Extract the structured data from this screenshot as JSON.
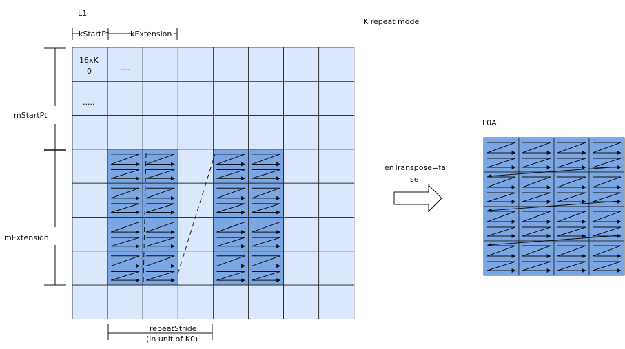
{
  "labels": {
    "l1": "L1",
    "mode": "K repeat mode",
    "k_start": "kStartPt",
    "k_ext": "kExtension",
    "m_start": "mStartPt",
    "m_ext": "mExtension",
    "cell_line1": "16xK",
    "cell_line2": "0",
    "dots": ".....",
    "transpose_line1": "enTranspose=fal",
    "transpose_line2": "se",
    "l0a": "L0A",
    "stride_line1": "repeatStride",
    "stride_line2": "(in unit of K0)"
  },
  "colors": {
    "light_cell": "#dbe8fb",
    "dark_cell": "#7aa6e3",
    "grid_line": "#222222",
    "arrow": "#111111"
  },
  "l1_grid": {
    "cols": 8,
    "rows": 8
  },
  "l0a_grid": {
    "cols": 4,
    "rows": 4
  }
}
